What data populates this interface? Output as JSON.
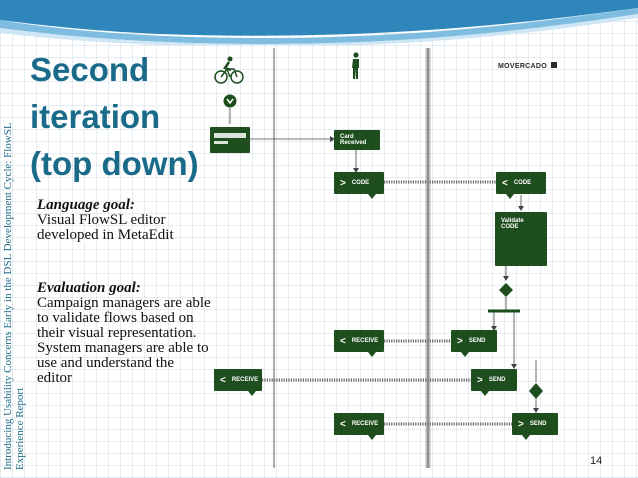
{
  "side_label": {
    "line1": "Introducing Usability Concerns Early in the DSL Development Cycle: FlowSL",
    "line2": "Experience Report"
  },
  "title": {
    "line1": "Second",
    "line2": "iteration",
    "line3": "(top down)"
  },
  "language_goal": {
    "label": "Language goal:",
    "text": "Visual FlowSL editor developed in MetaEdit"
  },
  "evaluation_goal": {
    "label": "Evaluation goal:",
    "text": "Campaign managers are able to validate flows based on their visual representation. System managers are able to use and understand the editor"
  },
  "page_number": "14",
  "diagram": {
    "logo": "MOVERCADO",
    "card_received": "Card Received",
    "code_out": "CODE",
    "code_in": "CODE",
    "validate_code": "Validate CODE",
    "receive_1": "RECEIVE",
    "send_1": "SEND",
    "receive_2": "RECEIVE",
    "send_2": "SEND",
    "receive_3": "RECEIVE",
    "send_3": "SEND"
  },
  "colors": {
    "title": "#1a6a8a",
    "node": "#1e4d1e",
    "accent": "#3a8fc0"
  }
}
